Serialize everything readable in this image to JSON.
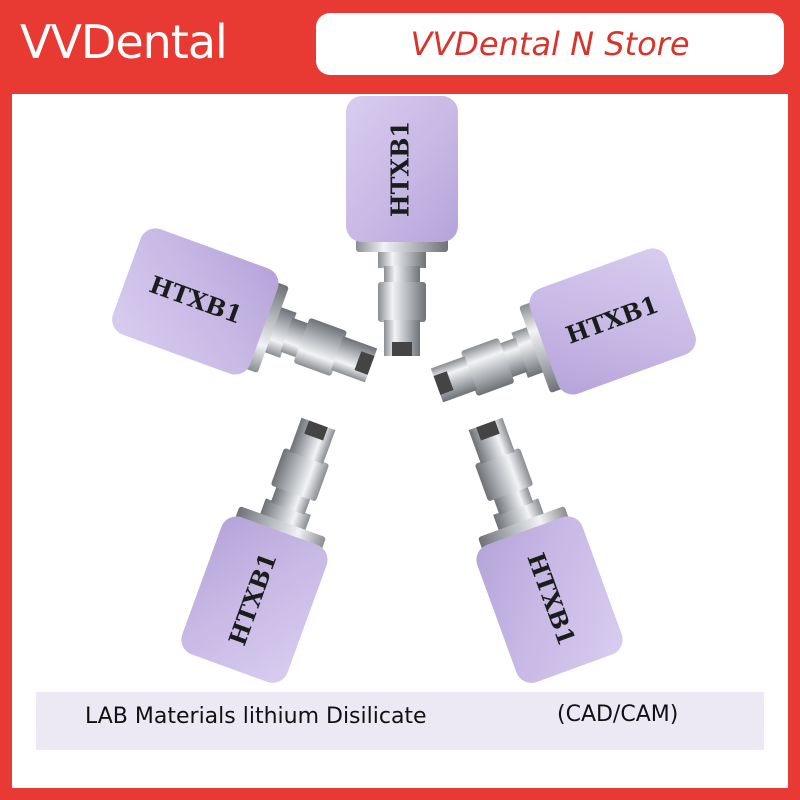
{
  "header": {
    "brand": "VVDental",
    "store_name": "VVDental N Store"
  },
  "product": {
    "block_label": "HTXB1",
    "block_color": "#c9b9e6",
    "block_count": 5
  },
  "caption": {
    "text": "LAB Materials lithium Disilicate",
    "tag": "(CAD/CAM)"
  },
  "colors": {
    "brand_red": "#e83a33",
    "panel_white": "#ffffff",
    "caption_band": "#ece9f5"
  }
}
